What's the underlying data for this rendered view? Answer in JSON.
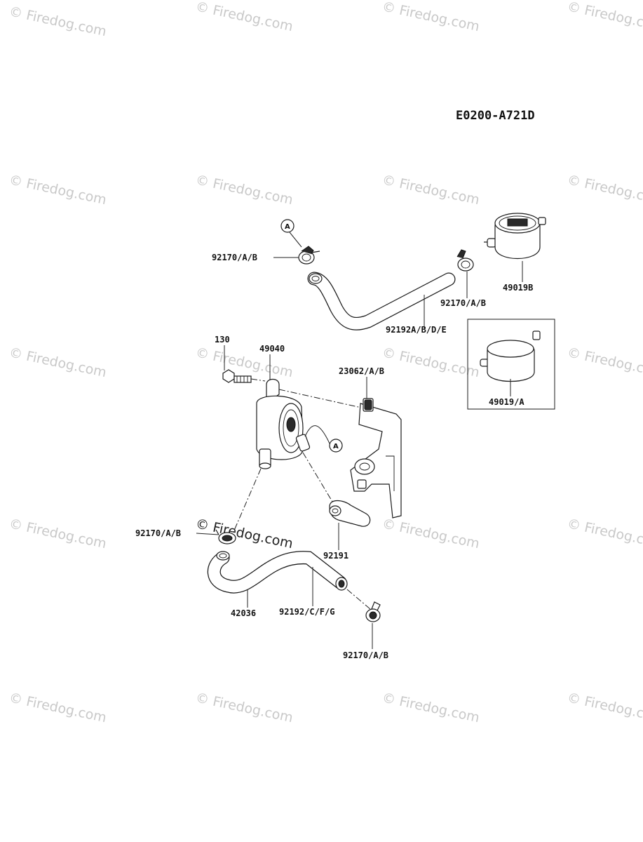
{
  "diagram_code": "E0200-A721D",
  "watermark_text": "© Firedog.com",
  "callout_letter": "A",
  "parts": {
    "clamp_top_left": "92170/A/B",
    "clamp_top_right": "92170/A/B",
    "filter_top": "49019B",
    "hose_top": "92192A/B/D/E",
    "bolt": "130",
    "pump": "49040",
    "bracket": "23062/A/B",
    "filter_inset": "49019/A",
    "clamp_mid_left": "92170/A/B",
    "cap": "92191",
    "hose_lower": "42036",
    "hose_lower_alt": "92192/C/F/G",
    "clamp_bottom": "92170/A/B"
  }
}
